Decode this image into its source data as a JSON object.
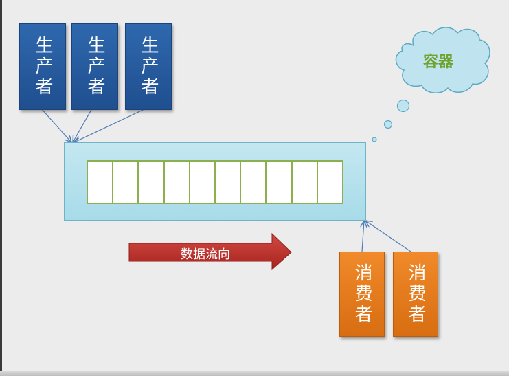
{
  "producers": [
    {
      "label": "生产者"
    },
    {
      "label": "生产者"
    },
    {
      "label": "生产者"
    }
  ],
  "consumers": [
    {
      "label": "消费者"
    },
    {
      "label": "消费者"
    }
  ],
  "container": {
    "label": "容器",
    "slot_count": 10
  },
  "flow": {
    "label": "数据流向"
  },
  "colors": {
    "producer": "#2a5fa3",
    "consumer": "#e67e22",
    "container_fill": "#b7e1ee",
    "slot_border": "#8db04f",
    "cloud_fill": "#bfe4ef",
    "cloud_text": "#6fa22e",
    "flow_arrow": "#c0302b",
    "connector": "#4f7cb5"
  }
}
